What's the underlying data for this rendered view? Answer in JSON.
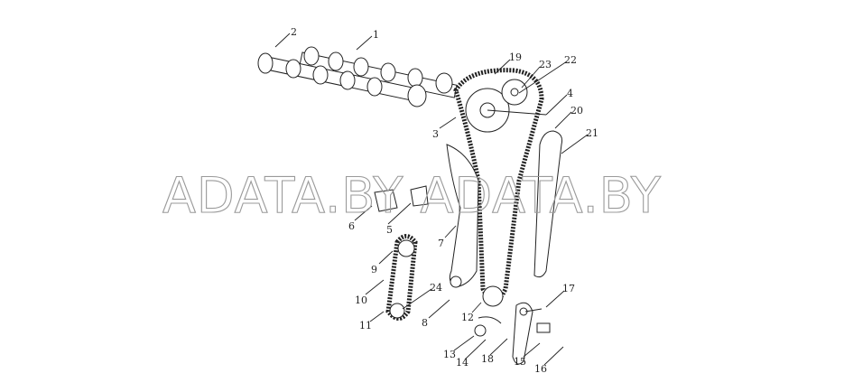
{
  "diagram": {
    "title": "Timing chain exploded view",
    "watermark": "ADATA.BY ADATA.BY",
    "callouts": {
      "c1": "1",
      "c2": "2",
      "c3": "3",
      "c4": "4",
      "c5": "5",
      "c6": "6",
      "c7": "7",
      "c8": "8",
      "c9": "9",
      "c10": "10",
      "c11": "11",
      "c12": "12",
      "c13": "13",
      "c14": "14",
      "c15": "15",
      "c16": "16",
      "c17": "17",
      "c18": "18",
      "c19": "19",
      "c20": "20",
      "c21": "21",
      "c22": "22",
      "c23": "23",
      "c24": "24"
    }
  }
}
